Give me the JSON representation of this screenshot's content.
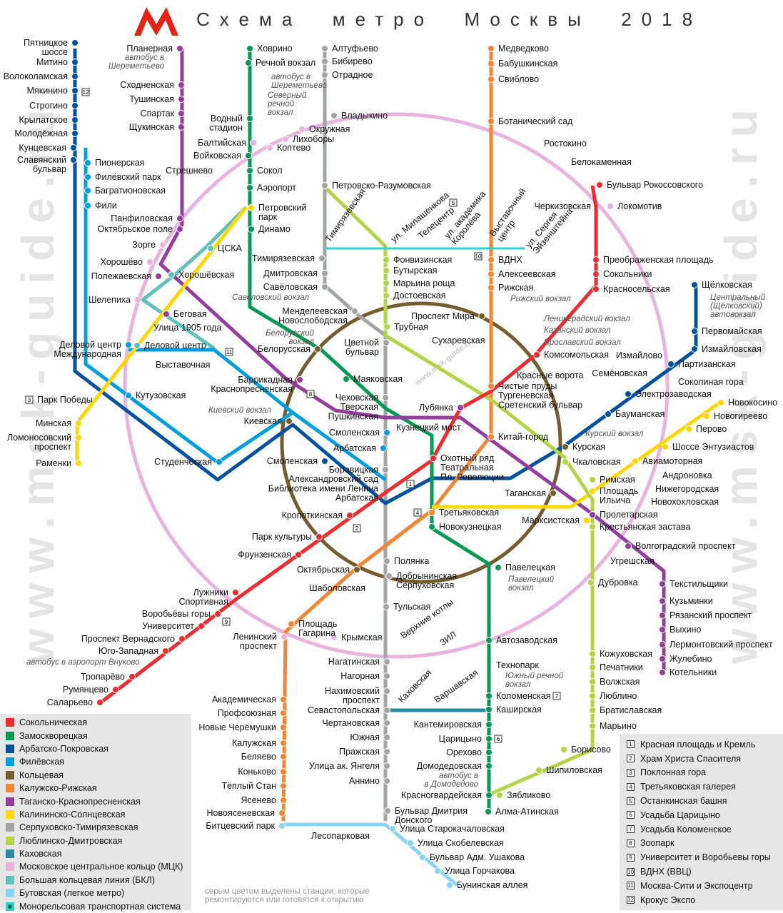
{
  "title": "Схема  метро  Москвы  2018",
  "logo": "М",
  "watermark": "www.msk-guide.ru",
  "colors": {
    "red": "#ef2b2d",
    "green": "#029a55",
    "darkblue": "#0252a2",
    "lightblue": "#019ee0",
    "brown": "#745c2f",
    "orange": "#f58631",
    "purple": "#943d9e",
    "yellow": "#ffd702",
    "gray": "#a2a5a4",
    "lime": "#b3d445",
    "teal": "#2a8ba0",
    "pink": "#e8b3dc",
    "bkl": "#5ec1bb",
    "butovo": "#89d3f5",
    "mono": "#2ad2c9"
  },
  "legend_lines": [
    {
      "label": "Сокольническая",
      "color": "#ef2b2d"
    },
    {
      "label": "Замоскворецкая",
      "color": "#029a55"
    },
    {
      "label": "Арбатско-Покровская",
      "color": "#0252a2"
    },
    {
      "label": "Филёвская",
      "color": "#019ee0"
    },
    {
      "label": "Кольцевая",
      "color": "#745c2f"
    },
    {
      "label": "Калужско-Рижская",
      "color": "#f58631"
    },
    {
      "label": "Таганско-Краснопресненская",
      "color": "#943d9e"
    },
    {
      "label": "Калининско-Солнцевская",
      "color": "#ffd702"
    },
    {
      "label": "Серпуховско-Тимирязевская",
      "color": "#a2a5a4"
    },
    {
      "label": "Люблинско-Дмитровская",
      "color": "#b3d445"
    },
    {
      "label": "Каховская",
      "color": "#2a8ba0"
    },
    {
      "label": "Московское центральное кольцо (МЦК)",
      "color": "#e8b3dc"
    },
    {
      "label": "Большая кольцевая линия (БКЛ)",
      "color": "#5ec1bb"
    },
    {
      "label": "Бутовская (легкое метро)",
      "color": "#89d3f5"
    },
    {
      "label": "Монорельсовая транспортная система",
      "color": "#2ad2c9"
    }
  ],
  "landmarks": [
    {
      "num": "1",
      "label": "Красная площадь и Кремль"
    },
    {
      "num": "2",
      "label": "Храм Христа Спасителя"
    },
    {
      "num": "3",
      "label": "Поклонная гора"
    },
    {
      "num": "4",
      "label": "Третьяковская галерея"
    },
    {
      "num": "5",
      "label": "Останкинская башня"
    },
    {
      "num": "6",
      "label": "Усадьба Царицыно"
    },
    {
      "num": "7",
      "label": "Усадьба Коломенское"
    },
    {
      "num": "8",
      "label": "Зоопарк"
    },
    {
      "num": "9",
      "label": "Университет и Воробьевы горы"
    },
    {
      "num": "10",
      "label": "ВДНХ (ВВЦ)"
    },
    {
      "num": "11",
      "label": "Москва-Сити и Экспоцентр"
    },
    {
      "num": "12",
      "label": "Крокус Экспо"
    }
  ],
  "footnote": "серым цветом выделены станции, которые\nремонтируются или готовятся к открытию",
  "stations": [
    "Пятницкое\nшоссе",
    "Митино",
    "Волоколамская",
    "Мякинино",
    "Строгино",
    "Крылатское",
    "Молодёжная",
    "Кунцевская",
    "Славянский\nбульвар",
    "Пионерская",
    "Филёвский парк",
    "Багратионовская",
    "Фили",
    "Планерная",
    "Сходненская",
    "Тушинская",
    "Спартак",
    "Щукинская",
    "Стрешнево",
    "Панфиловская",
    "Октябрьское поле",
    "Зорге",
    "Хорошёво",
    "Полежаевская",
    "Хорошёвская",
    "ЦСКА",
    "Петровский\nпарк",
    "Динамо",
    "Шелепиха",
    "Беговая",
    "Улица 1905 года",
    "Деловой центр\nМеждународная",
    "Деловой центр",
    "Выставочная",
    "Парк Победы",
    "Кутузовская",
    "Минская",
    "Ломоносовский\nпроспект",
    "Раменки",
    "Студенческая",
    "Ховрино",
    "Речной вокзал",
    "Водный\nстадион",
    "Балтийская",
    "Войковская",
    "Сокол",
    "Аэропорт",
    "Окружная",
    "Лихоборы",
    "Коптево",
    "Алтуфьево",
    "Бибирево",
    "Отрадное",
    "Владыкино",
    "Петровско-Разумовская",
    "Тимирязевская",
    "Дмитровская",
    "Савёловская",
    "Менделеевская\nНовослободская",
    "Белорусская",
    "Цветной\nбульвар",
    "Трубная",
    "Маяковская",
    "Баррикадная\nКраснопресненская",
    "Чеховская\nТверская\nПушкинская",
    "Киевская",
    "Смоленская",
    "Арбатская",
    "Смоленская",
    "Боровицкая\nАлександровский сад\nБиблиотека имени Ленина\nАрбатская",
    "Кропоткинская",
    "Парк культуры",
    "Фрунзенская",
    "Октябрьская",
    "Шаболовская",
    "Лужники\nСпортивная",
    "Воробьёвы горы",
    "Университет",
    "Проспект Вернадского",
    "Юго-Западная",
    "Тропарёво",
    "Румянцево",
    "Саларьево",
    "Площадь\nГагарина",
    "Ленинский\nпроспект",
    "Крымская",
    "Полянка",
    "Добрынинская\nСерпуховская",
    "Тульская",
    "Нагатинская",
    "Нагорная",
    "Нахимовский\nпроспект",
    "Севастопольская",
    "Чертановская",
    "Южная",
    "Пражская",
    "Улица ак. Янгеля",
    "Аннино",
    "Академическая",
    "Профсоюзная",
    "Новые Черёмушки",
    "Калужская",
    "Беляево",
    "Коньково",
    "Тёплый Стан",
    "Ясенево",
    "Новоясеневская",
    "Битцевский парк",
    "Лесопарковая",
    "Бульвар Дмитрия\nДонского",
    "Улица Старокачаловская",
    "Улица Скобелевская",
    "Бульвар Адм. Ушакова",
    "Улица Горчакова",
    "Бунинская аллея",
    "Медведково",
    "Бабушкинская",
    "Свиблово",
    "Ботанический сад",
    "Ростокино",
    "Белокаменная",
    "Бульвар Рокоссовского",
    "Черкизовская",
    "Локомотив",
    "Преображенская площадь",
    "Сокольники",
    "Красносельская",
    "ВДНХ",
    "Алексеевская",
    "Рижская",
    "Фонвизинская",
    "Бутырская",
    "Марьина роща",
    "Достоевская",
    "Проспект Мира",
    "Сухаревская",
    "Комсомольская",
    "Красные ворота",
    "Чистые пруды\nТургеневская\nСретенский бульвар",
    "Лубянка",
    "Кузнецкий мост",
    "Китай-город",
    "Охотный ряд\nТеатральная\nПл. Революции",
    "Курская",
    "Чкаловская",
    "Таганская",
    "Марксистская",
    "Римская",
    "Площадь\nИльича",
    "Пролетарская",
    "Крестьянская застава",
    "Волгоградский проспект",
    "Угрешская",
    "Текстильщики",
    "Кузьминки",
    "Рязанский проспект",
    "Выхино",
    "Лермонтовский проспект",
    "Жулебино",
    "Котельники",
    "Третьяковская",
    "Новокузнецкая",
    "Павелецкая",
    "Дубровка",
    "Автозаводская",
    "Технопарк",
    "Коломенская",
    "Каширская",
    "Кантемировская",
    "Царицыно",
    "Орехово",
    "Домодедовская",
    "Красногвардейская",
    "Зябликово",
    "Алма-Атинская",
    "Кожуховская",
    "Печатники",
    "Волжская",
    "Люблино",
    "Братиславская",
    "Марьино",
    "Борисово",
    "Шипиловская",
    "Щёлковская",
    "Первомайская",
    "Измайловская",
    "Измайлово",
    "Партизанская",
    "Семёновская",
    "Соколиная гора",
    "Электрозаводская",
    "Бауманская",
    "Новокосино",
    "Новогиреево",
    "Перово",
    "Шоссе Энтузиастов",
    "Авиамоторная",
    "Андроновка",
    "Нижегородская",
    "Новохохловская"
  ],
  "rotated_stations": [
    "Тимирязевская",
    "ул. Милашенкова",
    "Телецентр",
    "ул. академика\nКоролёва",
    "Выставочный\nцентр",
    "ул. Сергея\nЭйзенштейна",
    "Верхние котлы",
    "ЗИЛ",
    "Каховская",
    "Варшавская"
  ],
  "notes": [
    "автобус в\nШереметьево",
    "автобус в\nШереметьево",
    "Северный\nречной\nвокзал",
    "Савеловский вокзал",
    "Белорусский\nвокзал",
    "Киевский вокзал",
    "автобус в аэропорт Внуково",
    "Рижский вокзал",
    "Ленинградский вокзал",
    "Казанский вокзал",
    "Ярославский вокзал",
    "Курский вокзал",
    "Павелецкий\nвокзал",
    "Южный речной\nвокзал",
    "автобус в\nв Домодедово",
    "Центральный\n(Щёлковский)\nавтовокзал"
  ]
}
